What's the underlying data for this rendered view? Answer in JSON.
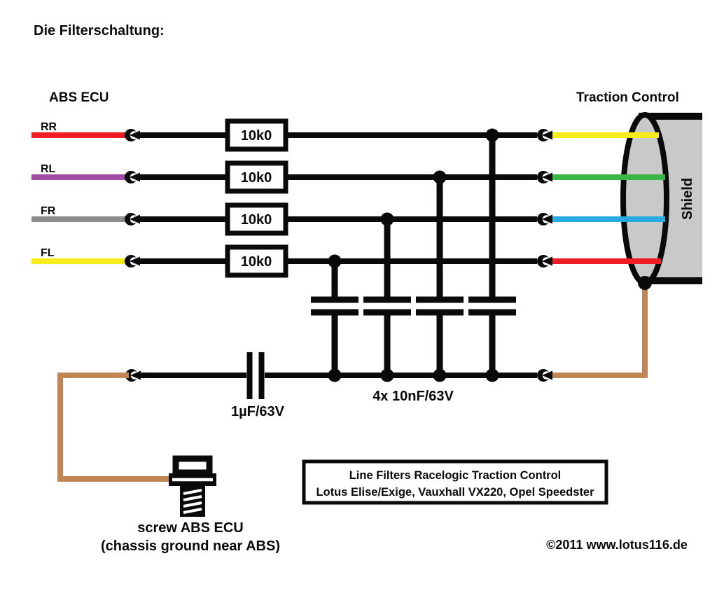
{
  "page": {
    "title": "Die Filterschaltung:",
    "copyright": "©2011 www.lotus116.de"
  },
  "left_block": {
    "title": "ABS ECU"
  },
  "right_block": {
    "title": "Traction Control",
    "shield_label": "Shield"
  },
  "channels": [
    {
      "label": "RR",
      "resistor": "10k0",
      "left_color": "#ee1d25",
      "right_color": "#f7ec1b"
    },
    {
      "label": "RL",
      "resistor": "10k0",
      "left_color": "#a14ca0",
      "right_color": "#3ab54a"
    },
    {
      "label": "FR",
      "resistor": "10k0",
      "left_color": "#8c8c8c",
      "right_color": "#29a9e1"
    },
    {
      "label": "FL",
      "resistor": "10k0",
      "left_color": "#f7ec1b",
      "right_color": "#ee1d25"
    }
  ],
  "capacitors": {
    "bank_label": "4x 10nF/63V",
    "single_label": "1µF/63V"
  },
  "ground": {
    "caption_line1": "screw ABS ECU",
    "caption_line2": "(chassis ground near ABS)"
  },
  "info_box": {
    "line1": "Line Filters Racelogic Traction Control",
    "line2": "Lotus Elise/Exige, Vauxhall VX220, Opel Speedster"
  },
  "colors": {
    "wire_black": "#0a0a0a",
    "ground_brown": "#c08656",
    "shield_fill": "#c9c9c9"
  }
}
